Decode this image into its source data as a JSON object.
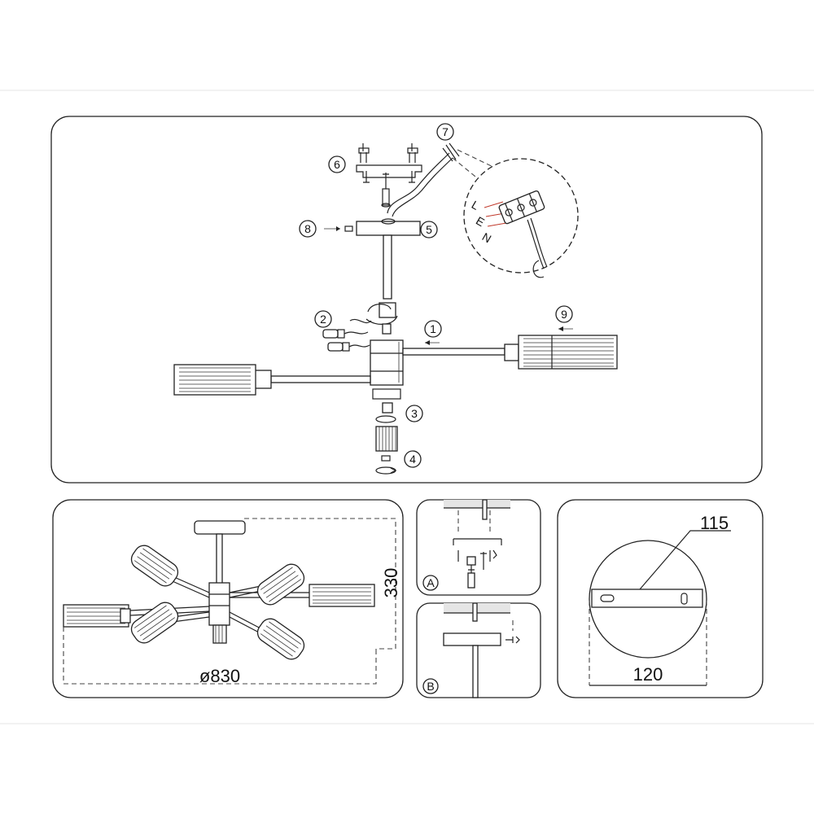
{
  "callouts": {
    "c1": "1",
    "c2": "2",
    "c3": "3",
    "c4": "4",
    "c5": "5",
    "c6": "6",
    "c7": "7",
    "c8": "8",
    "c9": "9"
  },
  "wire_labels": {
    "l": "L",
    "e": "E",
    "n": "N"
  },
  "overall": {
    "diameter": "ø830",
    "height": "330"
  },
  "mount": {
    "a": "A",
    "b": "B"
  },
  "plate": {
    "plate_width": "115",
    "canopy_diameter": "120"
  },
  "colors": {
    "line": "#222222",
    "wire": "#c0392b"
  }
}
